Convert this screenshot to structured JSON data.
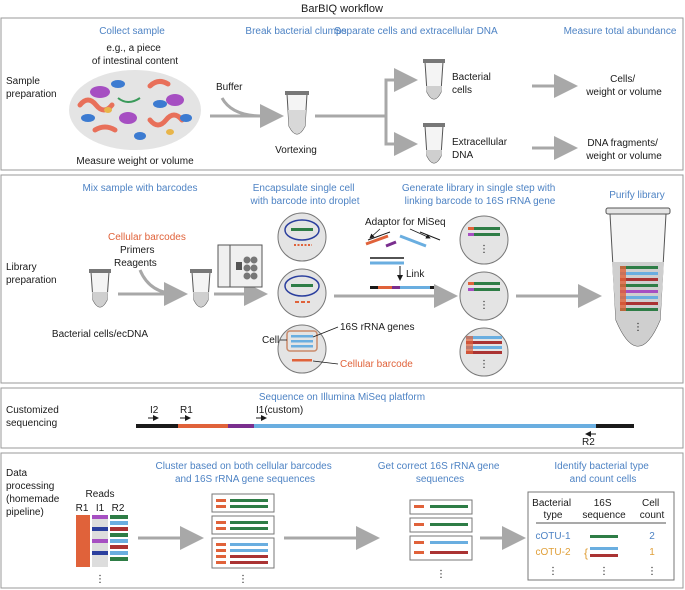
{
  "title": "BarBIQ workflow",
  "colors": {
    "heading_blue": "#4e83c4",
    "cellular_barcode_orange": "#e0623a",
    "rrna_green": "#2e7d46",
    "rrna_blue": "#6aaee0",
    "barcode_purple": "#7a2e8e",
    "arrow_grey": "#a8a8a8"
  },
  "sections": {
    "sample_prep": {
      "label": [
        "Sample",
        "preparation"
      ],
      "step_collect": "Collect sample",
      "collect_note": [
        "e.g., a piece",
        "of intestinal content"
      ],
      "measure": "Measure weight or volume",
      "step_break": "Break bacterial clumps",
      "buffer": "Buffer",
      "vortexing": "Vortexing",
      "step_separate": "Separate cells and extracellular DNA",
      "bacterial_cells": [
        "Bacterial",
        "cells"
      ],
      "extracellular_dna": [
        "Extracellular",
        "DNA"
      ],
      "step_measure_total": "Measure total abundance",
      "cells_result": [
        "Cells/",
        "weight or volume"
      ],
      "dna_result": [
        "DNA fragments/",
        "weight or volume"
      ]
    },
    "library_prep": {
      "label": [
        "Library",
        "preparation"
      ],
      "step_mix": "Mix sample with barcodes",
      "cellular_barcodes": "Cellular barcodes",
      "primers": "Primers",
      "reagents": "Reagents",
      "bacterial_cells_ecdna": "Bacterial cells/ecDNA",
      "step_encapsulate": [
        "Encapsulate single cell",
        "with barcode into droplet"
      ],
      "cell": "Cell",
      "rrna_genes": "16S rRNA genes",
      "cellular_barcode": "Cellular barcode",
      "step_generate": [
        "Generate library in single step with",
        "linking barcode to 16S rRNA gene"
      ],
      "adaptor": "Adaptor for MiSeq",
      "link": "Link",
      "step_purify": "Purify library"
    },
    "sequencing": {
      "label": [
        "Customized",
        "sequencing"
      ],
      "step": "Sequence on Illumina MiSeq platform",
      "i2": "I2",
      "r1": "R1",
      "i1": "I1(custom)",
      "r2": "R2"
    },
    "data_processing": {
      "label": [
        "Data",
        "processing",
        "(homemade",
        "pipeline)"
      ],
      "reads": "Reads",
      "read_cols": [
        "R1",
        "I1",
        "R2"
      ],
      "step_cluster": [
        "Cluster based on both cellular barcodes",
        "and 16S rRNA gene sequences"
      ],
      "step_correct": [
        "Get correct 16S rRNA gene",
        "sequences"
      ],
      "step_identify": [
        "Identify bacterial type",
        "and count cells"
      ],
      "table_headers": [
        [
          "Bacterial",
          "type"
        ],
        [
          "16S",
          "sequence"
        ],
        [
          "Cell",
          "count"
        ]
      ],
      "table_rows": [
        {
          "type": "cOTU-1",
          "count": "2",
          "color": "#4e83c4"
        },
        {
          "type": "cOTU-2",
          "count": "1",
          "color": "#e0a03a"
        }
      ],
      "ellipsis": "⋮"
    }
  }
}
